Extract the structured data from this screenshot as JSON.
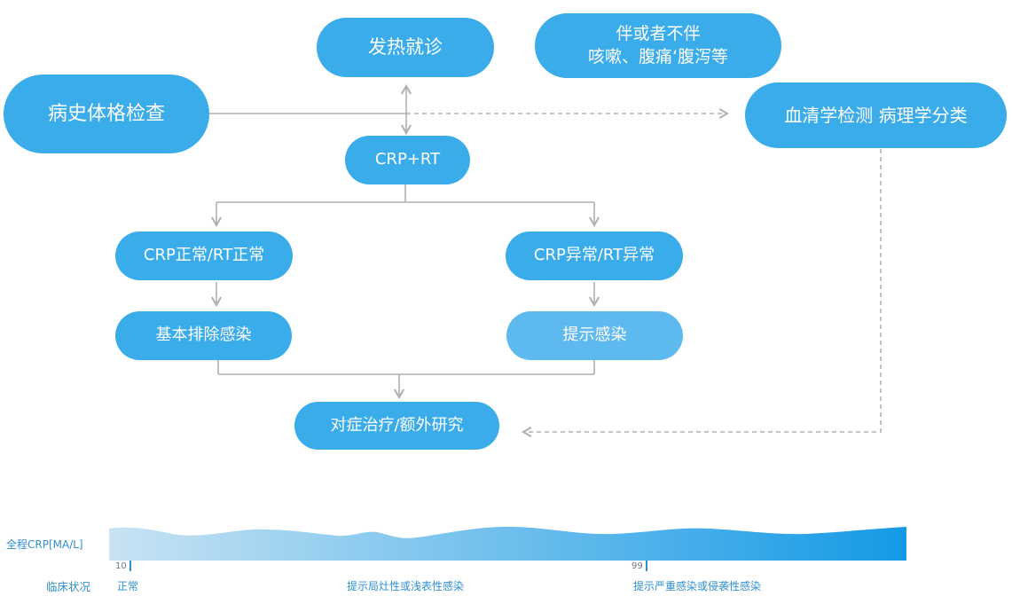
{
  "nodes": {
    "fever_visit": "发热就诊",
    "symptoms": [
      "伴或者不伴",
      "咳嗽、腹痛‘腹泻等"
    ],
    "history_exam": "病史体格检查",
    "serology": "血清学检测 病理学分类",
    "crp_rt": "CRP+RT",
    "normal": "CRP正常/RT正常",
    "abnormal": "CRP异常/RT异常",
    "exclude": "基本排除感染",
    "suggest": "提示感染",
    "treatment": "对症治疗/额外研究"
  },
  "scale": {
    "crp_label": "全程CRP[MA/L]",
    "clinical_label": "临床状况",
    "low_tick": "10",
    "high_tick": "99",
    "zones": [
      "正常",
      "提示局灶性或浅表性感染",
      "提示严重感染或侵袭性感染"
    ],
    "gradient": [
      "#c8e3f3",
      "#149ae6"
    ]
  },
  "colors": {
    "node": "#3aace9",
    "node_light": "#5db9ee",
    "connector": "#b0b0b0"
  }
}
